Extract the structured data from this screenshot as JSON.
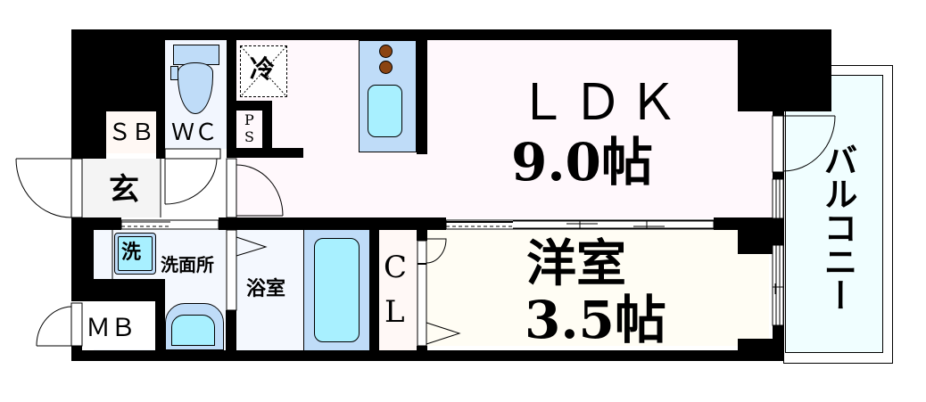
{
  "floorplan": {
    "layout_type": "1LDK",
    "colors": {
      "wall": "#000000",
      "ldk_floor": "#fff8fc",
      "western_floor": "#fffdf4",
      "wet_floor": "#f4f8fe",
      "fixture_blue": "#bfdcf8",
      "fixture_cyan": "#a8f0ff",
      "balcony_floor": "#f0feff",
      "entrance_floor": "#f4f4f4",
      "storage_floor": "#fff8f6",
      "stove_burner": "#8b4513"
    },
    "rooms": {
      "ldk": {
        "name": "ＬＤＫ",
        "size": "9.0帖"
      },
      "western": {
        "name": "洋室",
        "size": "3.5帖"
      },
      "balcony": {
        "name": "バルコニー"
      },
      "entrance": {
        "name": "玄"
      },
      "shoe_box": {
        "name": "ＳＢ"
      },
      "toilet": {
        "name": "ＷＣ"
      },
      "pipe_space": {
        "name_top": "P",
        "name_bottom": "S"
      },
      "fridge": {
        "name": "冷"
      },
      "washroom": {
        "name": "洗面所"
      },
      "washer": {
        "name": "洗"
      },
      "bathroom": {
        "name": "浴室"
      },
      "closet": {
        "name_top": "C",
        "name_bottom": "L"
      },
      "meter_box": {
        "name": "ＭＢ"
      }
    }
  }
}
